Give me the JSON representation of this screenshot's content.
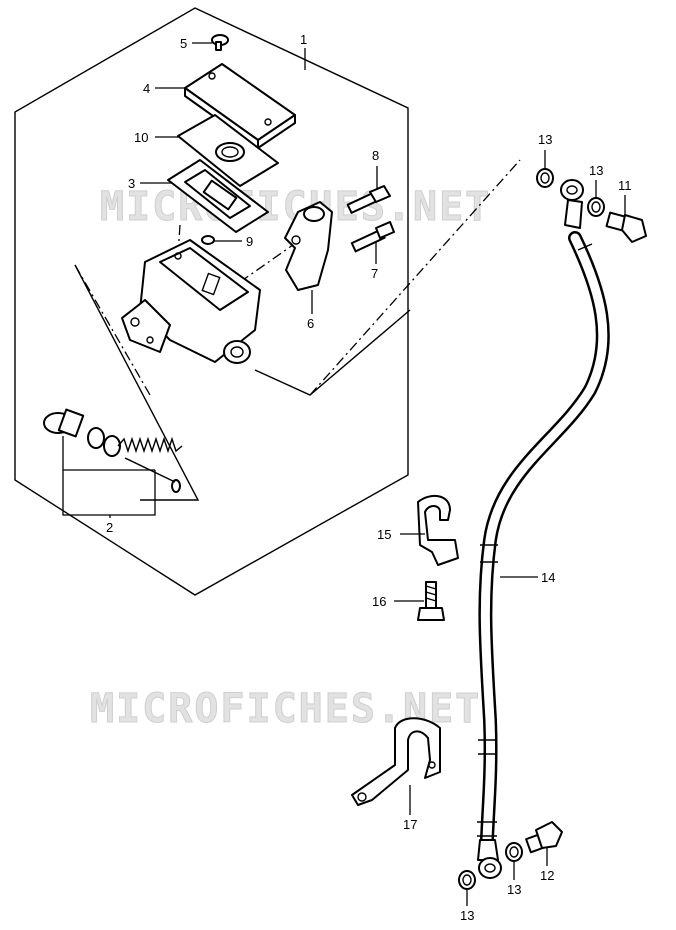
{
  "watermark": "MICROFICHES.NET",
  "callouts": {
    "c1": "1",
    "c2": "2",
    "c3": "3",
    "c4": "4",
    "c5": "5",
    "c6": "6",
    "c7": "7",
    "c8": "8",
    "c9": "9",
    "c10": "10",
    "c11": "11",
    "c12": "12",
    "c13a": "13",
    "c13b": "13",
    "c13c": "13",
    "c13d": "13",
    "c14": "14",
    "c15": "15",
    "c16": "16",
    "c17": "17"
  }
}
